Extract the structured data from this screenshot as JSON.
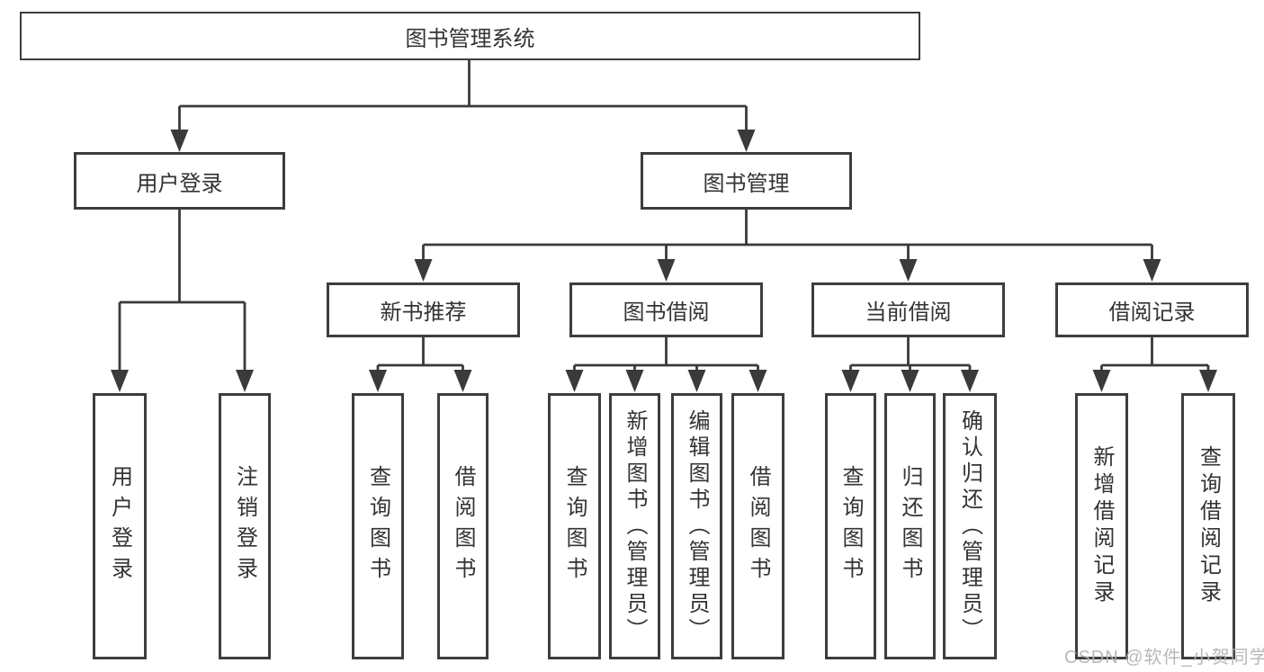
{
  "colors": {
    "line": "#3a3a3a",
    "box_border": "#3d3d3d",
    "text": "#333333",
    "watermark": "#b2b2b2",
    "background": "#ffffff"
  },
  "watermark": {
    "text": "CSDN @软件_小贺同学"
  },
  "tree": {
    "label": "图书管理系统",
    "children": [
      {
        "label": "用户登录",
        "children": [
          {
            "label": "用户登录"
          },
          {
            "label": "注销登录"
          }
        ]
      },
      {
        "label": "图书管理",
        "children": [
          {
            "label": "新书推荐",
            "children": [
              {
                "label": "查询图书"
              },
              {
                "label": "借阅图书"
              }
            ]
          },
          {
            "label": "图书借阅",
            "children": [
              {
                "label": "查询图书"
              },
              {
                "label": "新增图书（管理员）"
              },
              {
                "label": "编辑图书（管理员）"
              },
              {
                "label": "借阅图书"
              }
            ]
          },
          {
            "label": "当前借阅",
            "children": [
              {
                "label": "查询图书"
              },
              {
                "label": "归还图书"
              },
              {
                "label": "确认归还（管理员）"
              }
            ]
          },
          {
            "label": "借阅记录",
            "children": [
              {
                "label": "新增借阅记录"
              },
              {
                "label": "查询借阅记录"
              }
            ]
          }
        ]
      }
    ]
  }
}
